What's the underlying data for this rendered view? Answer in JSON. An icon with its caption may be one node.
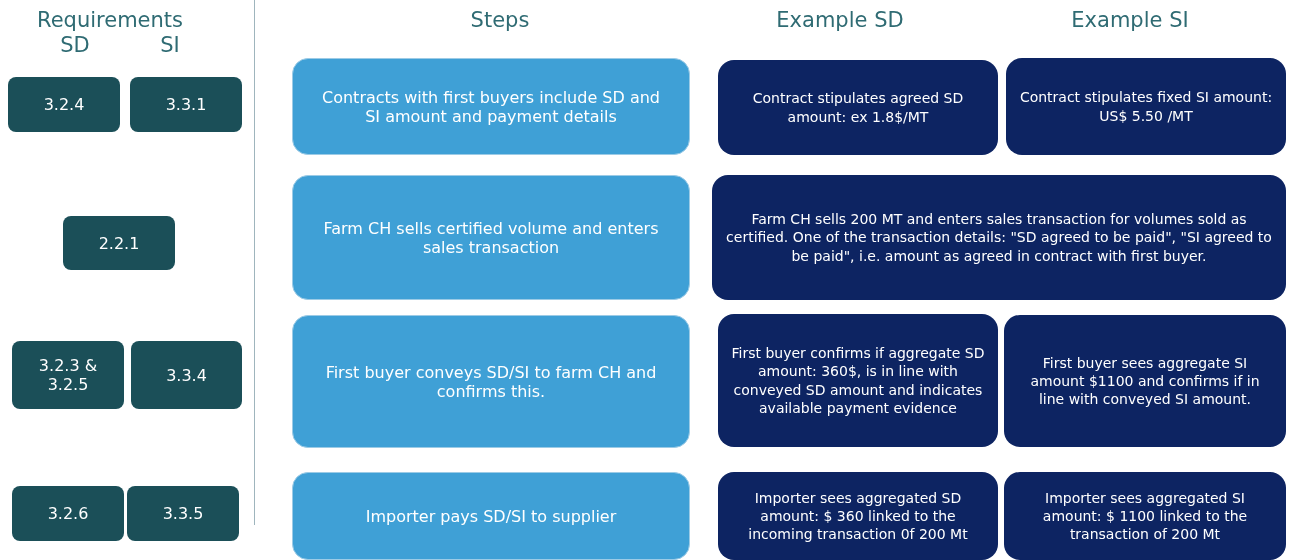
{
  "diagram": {
    "nodes": [
      {
        "text": [
          "3.2.4"
        ]
      },
      {
        "text": [
          "3.3.1"
        ]
      },
      {
        "text": [
          "Contracts with first buyers include SD and SI amount and payment details"
        ]
      },
      {
        "text": [
          "Contract stipulates agreed SD amount: ex 1.8$/MT"
        ]
      },
      {
        "text": [
          "Contract stipulates fixed SI amount: US$  5.50 /MT"
        ]
      },
      {
        "text": [
          "2.2.1"
        ]
      },
      {
        "text": [
          "Farm CH sells certified volume and enters sales transaction"
        ]
      },
      {
        "text": [
          "Farm CH sells 200 MT and enters sales transaction for volumes sold as certified. One of the transaction details: \"SD agreed to be paid\", \"SI agreed to be paid\", i.e. amount as agreed in contract with first buyer."
        ]
      },
      {
        "text": [
          "3.2.3 & 3.2.5"
        ]
      },
      {
        "text": [
          "3.3.4"
        ]
      },
      {
        "text": [
          "First buyer conveys SD/SI to farm CH and confirms this."
        ]
      },
      {
        "text": [
          "First buyer confirms if aggregate SD amount: 360$, is in line with conveyed SD amount and indicates available payment evidence"
        ]
      },
      {
        "text": [
          "First buyer sees aggregate SI amount $1100 and confirms if in line with conveyed SI amount."
        ]
      },
      {
        "text": [
          "3.2.6"
        ]
      },
      {
        "text": [
          "3.3.5"
        ]
      },
      {
        "text": [
          "Importer pays SD/SI to supplier"
        ]
      },
      {
        "text": [
          "Importer sees aggregated SD amount: $  360 linked to the incoming transaction 0f 200 Mt"
        ]
      },
      {
        "text": [
          "Importer sees aggregated SI amount: $ 1100 linked to the transaction of 200 Mt"
        ]
      }
    ],
    "labels": [
      "Requirements",
      "SD",
      "SI",
      "Steps",
      "Example SD",
      "Example SI"
    ]
  }
}
